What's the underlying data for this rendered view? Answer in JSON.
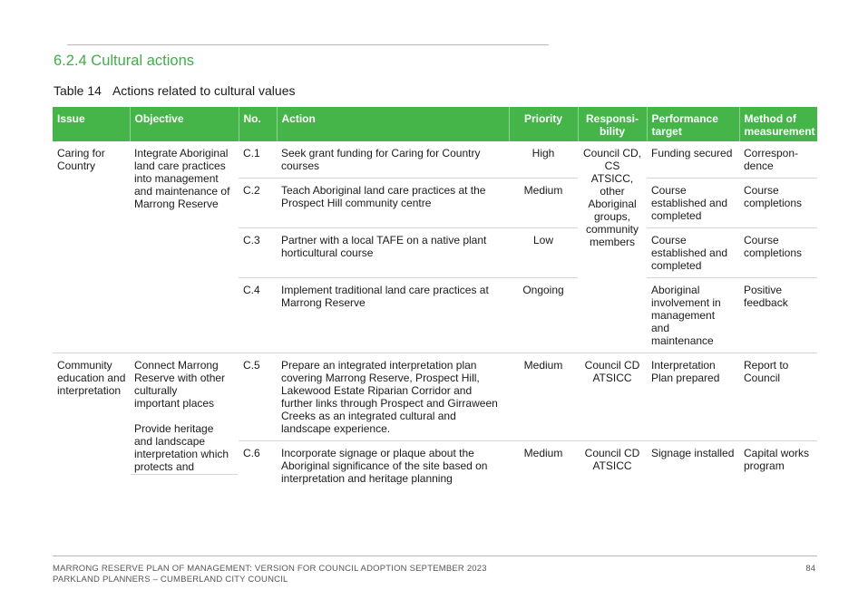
{
  "section_heading": "6.2.4 Cultural actions",
  "table_caption": {
    "label": "Table 14",
    "title": "Actions related to cultural values"
  },
  "columns": {
    "issue": "Issue",
    "objective": "Objective",
    "no": "No.",
    "action": "Action",
    "priority": "Priority",
    "responsibility": "Responsi-\nbility",
    "performance_target": "Performance\ntarget",
    "method": "Method of\nmeasurement"
  },
  "groups": [
    {
      "issue": "Caring for\nCountry",
      "objective": [
        "Integrate Aboriginal\nland care practices\ninto management\nand maintenance of\nMarrong Reserve"
      ],
      "responsibility": "Council CD,\nCS\nATSICC,\nother\nAboriginal\ngroups,\ncommunity\nmembers",
      "rows": [
        {
          "no": "C.1",
          "action": "Seek grant funding for Caring for Country\ncourses",
          "priority": "High",
          "target": "Funding secured",
          "method": "Correspon-\ndence"
        },
        {
          "no": "C.2",
          "action": "Teach Aboriginal land care practices at the\nProspect Hill community centre",
          "priority": "Medium",
          "target": "Course\nestablished and\ncompleted",
          "method": "Course\ncompletions"
        },
        {
          "no": "C.3",
          "action": "Partner with a local TAFE on a native plant\nhorticultural course",
          "priority": "Low",
          "target": "Course\nestablished and\ncompleted",
          "method": "Course\ncompletions"
        },
        {
          "no": "C.4",
          "action": "Implement traditional land care practices at\nMarrong Reserve",
          "priority": "Ongoing",
          "target": "Aboriginal\ninvolvement in\nmanagement\nand\nmaintenance",
          "method": "Positive\nfeedback"
        }
      ]
    },
    {
      "issue": "Community\neducation and\ninterpretation",
      "objective": [
        "Connect Marrong\nReserve with other\nculturally\nimportant places",
        "Provide heritage\nand landscape\ninterpretation which\nprotects and"
      ],
      "rows": [
        {
          "no": "C.5",
          "action": "Prepare an integrated interpretation plan\ncovering Marrong Reserve, Prospect Hill,\nLakewood Estate Riparian Corridor and\nfurther links through Prospect and Girraween\nCreeks as an integrated cultural and\nlandscape experience.",
          "priority": "Medium",
          "responsibility": "Council CD\nATSICC",
          "target": "Interpretation\nPlan prepared",
          "method": "Report to\nCouncil"
        },
        {
          "no": "C.6",
          "action": "Incorporate signage or plaque about the\nAboriginal significance of the site based on\ninterpretation and heritage planning",
          "priority": "Medium",
          "responsibility": "Council CD\nATSICC",
          "target": "Signage installed",
          "method": "Capital works\nprogram"
        }
      ]
    }
  ],
  "footer": {
    "line1": "MARRONG RESERVE PLAN OF MANAGEMENT: VERSION FOR COUNCIL ADOPTION SEPTEMBER 2023",
    "line2": "PARKLAND PLANNERS – CUMBERLAND CITY COUNCIL",
    "page_number": "84"
  }
}
